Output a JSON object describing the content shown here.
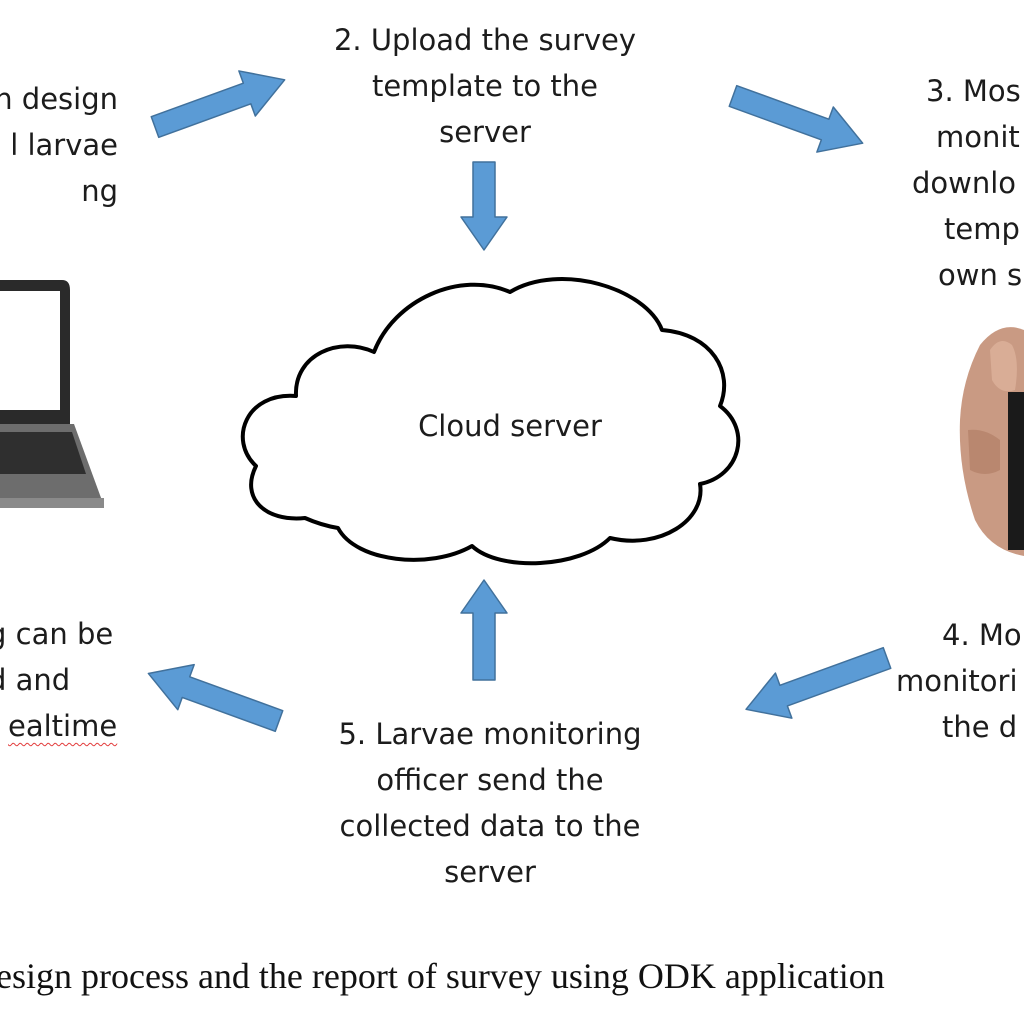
{
  "steps": {
    "step1_lines": [
      "n design",
      "l larvae",
      "ng"
    ],
    "step2_lines": [
      "2. Upload the survey",
      "template to the",
      "server"
    ],
    "step3_lines": [
      "3. Mos",
      "monit",
      "downlo",
      "temp",
      "own s"
    ],
    "step4_lines": [
      "4. Mo",
      "monitori",
      "the d"
    ],
    "step5_lines": [
      "5. Larvae monitoring",
      "officer send the",
      "collected data to the",
      "server"
    ],
    "step6_lines": [
      "g can be",
      "d and",
      "ealtime"
    ]
  },
  "cloud": {
    "label": "Cloud server"
  },
  "caption": "esign process and the report of survey using ODK application",
  "colors": {
    "arrow": "#5b9bd5",
    "arrow_stroke": "#41719c",
    "cloud_stroke": "#000000",
    "text": "#1c1c1c"
  },
  "images": {
    "left": "laptop",
    "right": "hand-holding-phone"
  }
}
